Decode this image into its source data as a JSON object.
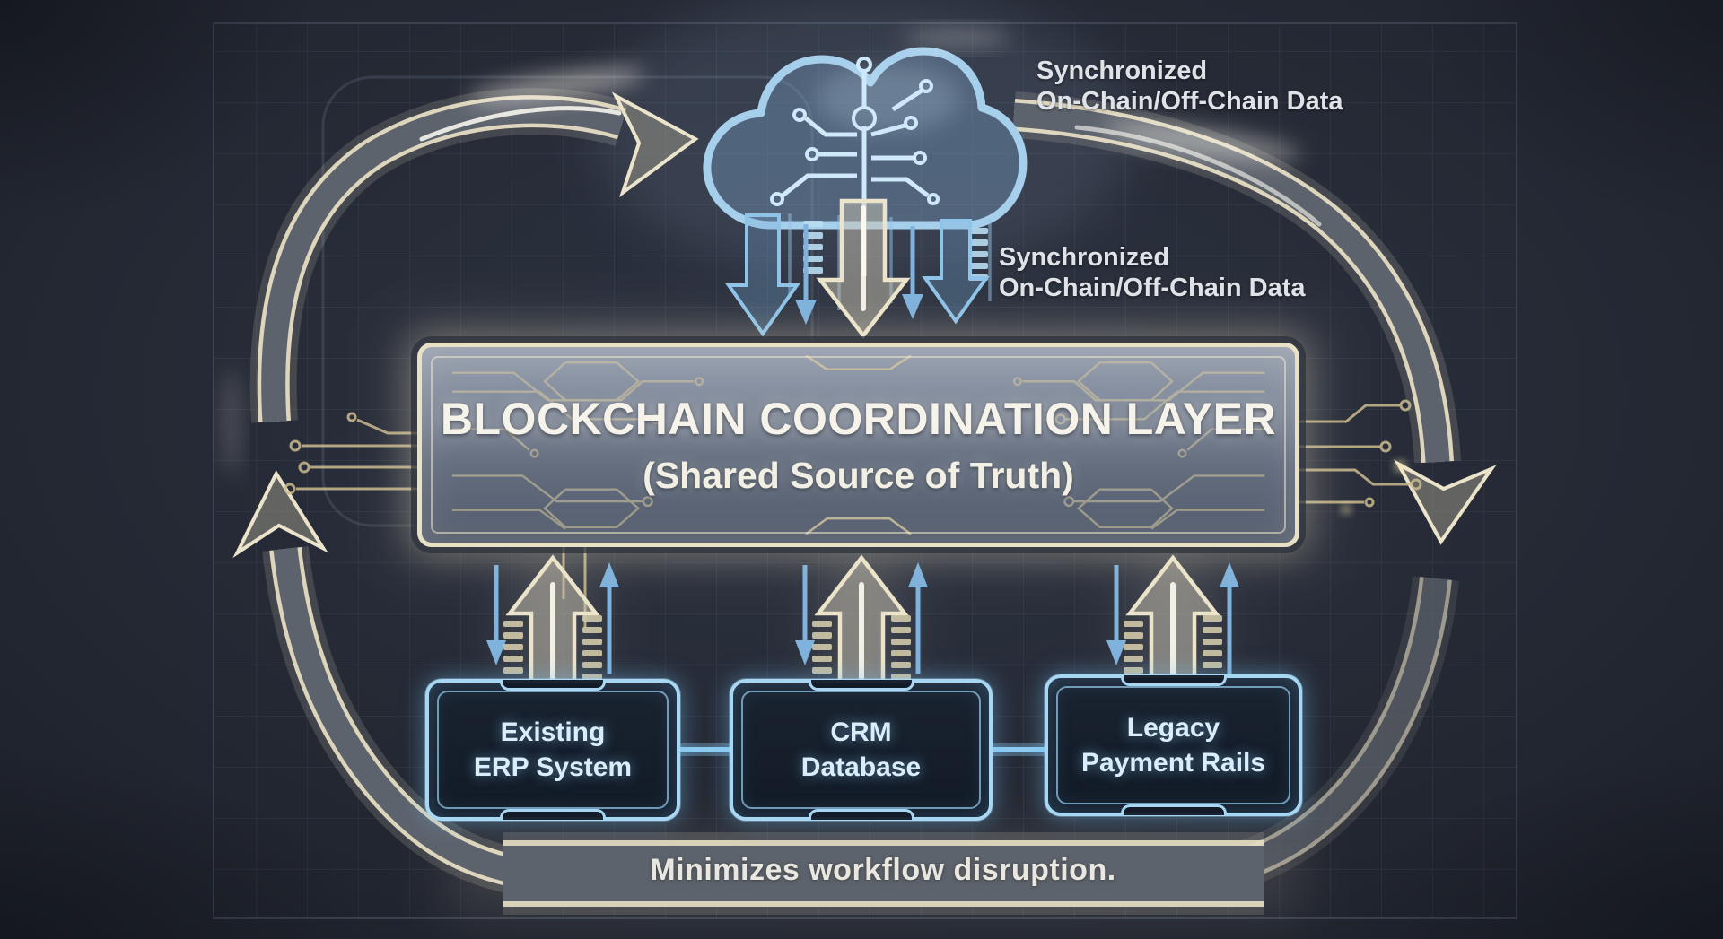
{
  "title_block": {
    "title": "BLOCKCHAIN COORDINATION LAYER",
    "subtitle": "(Shared Source of Truth)"
  },
  "sync_labels": {
    "top": {
      "line1": "Synchronized",
      "line2": "On-Chain/Off-Chain Data"
    },
    "middle": {
      "line1": "Synchronized",
      "line2": "On-Chain/Off-Chain Data"
    }
  },
  "system_boxes": [
    {
      "name": "existing-erp-system",
      "line1": "Existing",
      "line2": "ERP System"
    },
    {
      "name": "crm-database",
      "line1": "CRM",
      "line2": "Database"
    },
    {
      "name": "legacy-payment-rails",
      "line1": "Legacy",
      "line2": "Payment Rails"
    }
  ],
  "footer": {
    "text": "Minimizes workflow disruption."
  },
  "icons": {
    "cloud": "cloud-circuit-icon",
    "loop": "circular-flow-arrows",
    "sync_arrows": "bidirectional-sync-arrows"
  },
  "colors": {
    "background": "#262b37",
    "grid": "#8aa0c0",
    "loop_cream": "#e8e0c5",
    "arrow_blue": "#8fc3e8",
    "panel_border_cyan": "#a8d7f4",
    "metal_panel_border": "#e9e1c6",
    "circuit_gold": "#cbbb8e",
    "text_light": "#e8eaec"
  }
}
